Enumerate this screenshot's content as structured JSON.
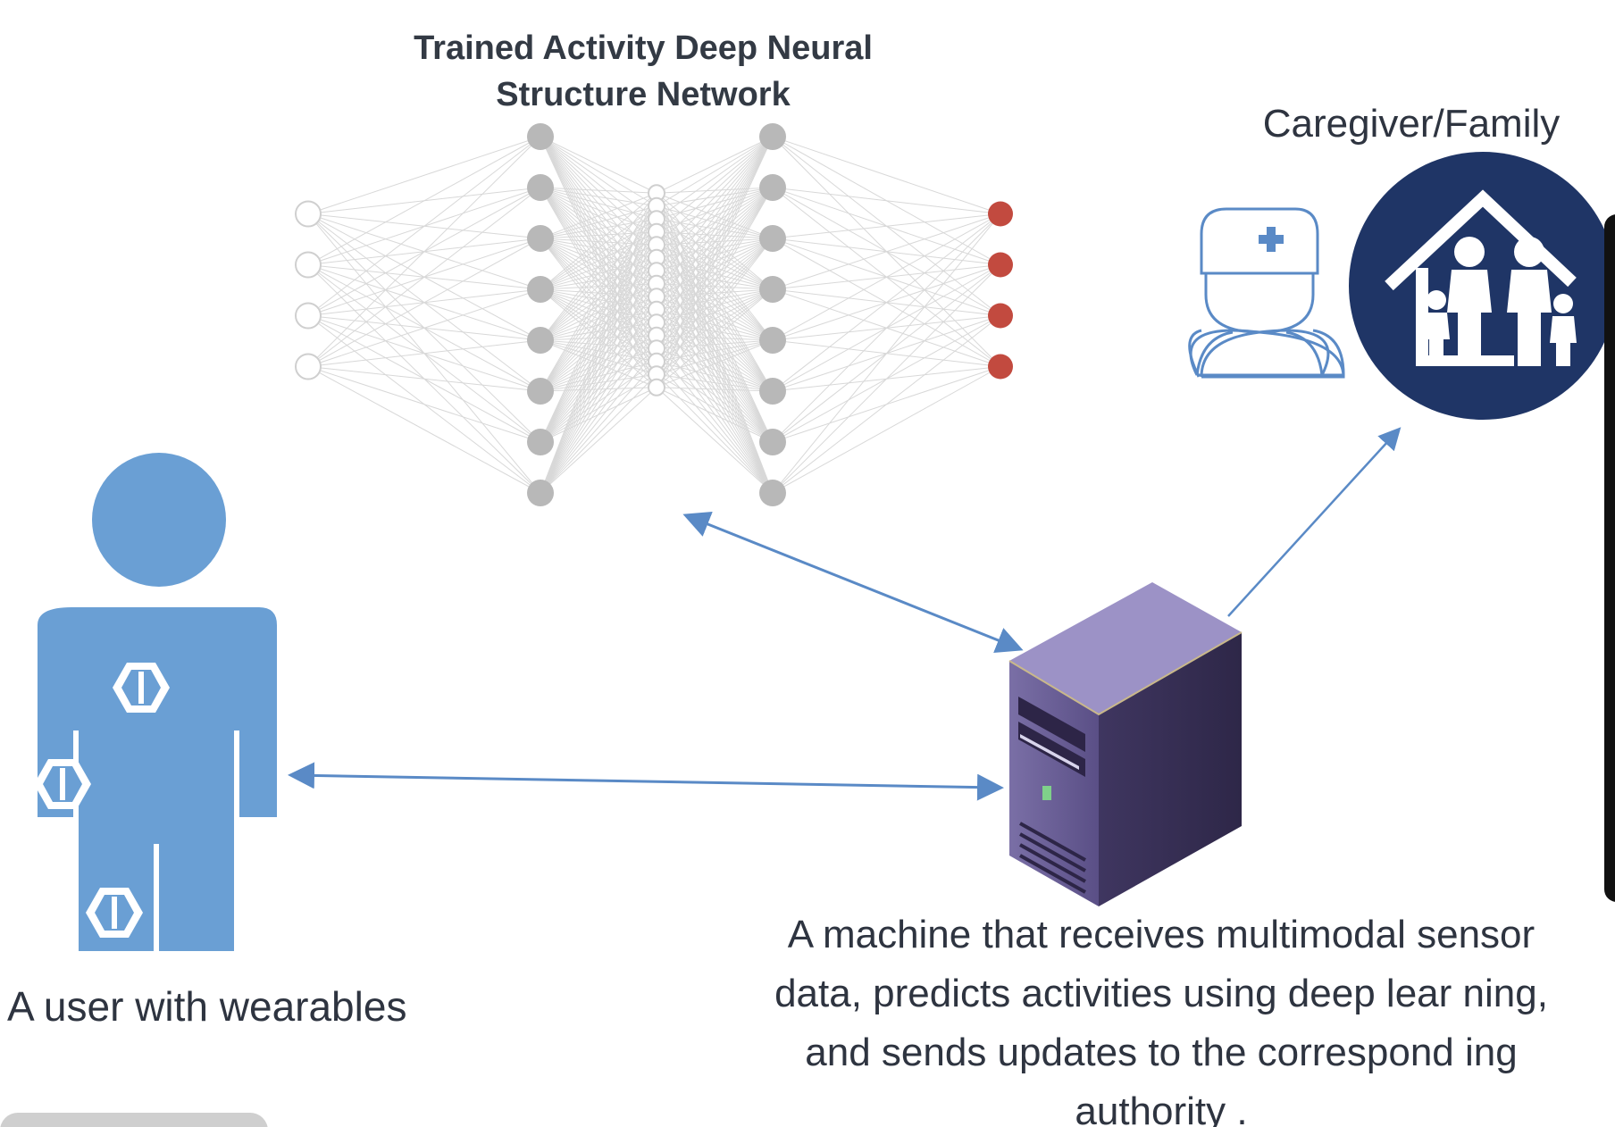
{
  "diagram": {
    "network": {
      "title_line1": "Trained Activity Deep Neural",
      "title_line2": "Structure Network",
      "layers": [
        4,
        8,
        16,
        8,
        4
      ]
    },
    "caregiver": {
      "title": "Caregiver/Family",
      "icons": [
        "doctor-icon",
        "family-home-icon"
      ],
      "family_circle_color": "#1f3566"
    },
    "user": {
      "label": "A user with wearables",
      "body_color": "#6a9fd4",
      "sensor_count": 3
    },
    "machine": {
      "icon": "server-tower-icon",
      "caption_lines": [
        "A machine that receives multimodal sensor",
        "data, predicts activities using deep lear ning,",
        "and sends updates to the correspond ing",
        "authority ."
      ]
    },
    "colors": {
      "arrow": "#5a8ac6",
      "node_gray": "#b8b8b8",
      "node_input": "#ffffff",
      "node_output": "#c24a3f",
      "edge": "#d8d8d8"
    }
  }
}
